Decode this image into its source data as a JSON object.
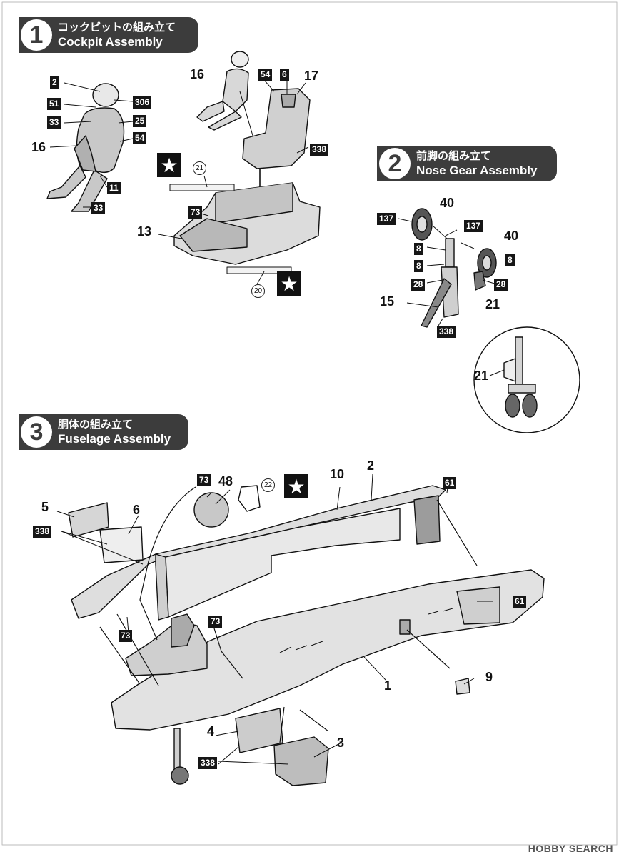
{
  "steps": [
    {
      "number": "1",
      "title_jp": "コックピットの組み立て",
      "title_en": "Cockpit Assembly"
    },
    {
      "number": "2",
      "title_jp": "前脚の組み立て",
      "title_en": "Nose Gear Assembly"
    },
    {
      "number": "3",
      "title_jp": "胴体の組み立て",
      "title_en": "Fuselage Assembly"
    }
  ],
  "cockpit": {
    "color_codes": [
      "2",
      "51",
      "306",
      "33",
      "25",
      "54",
      "11",
      "33",
      "54",
      "6",
      "338",
      "73"
    ],
    "part_numbers": [
      "16",
      "16",
      "17",
      "13"
    ],
    "decal_numbers": [
      "21",
      "20"
    ],
    "star_symbol": "★"
  },
  "nose_gear": {
    "color_codes": [
      "137",
      "137",
      "8",
      "8",
      "8",
      "28",
      "28",
      "338"
    ],
    "part_numbers": [
      "40",
      "40",
      "15",
      "21",
      "21"
    ]
  },
  "fuselage": {
    "color_codes": [
      "73",
      "338",
      "61",
      "61",
      "73",
      "73",
      "338"
    ],
    "part_numbers": [
      "48",
      "10",
      "2",
      "5",
      "6",
      "1",
      "9",
      "4",
      "3"
    ],
    "decal_numbers": [
      "22"
    ],
    "star_symbol": "★"
  },
  "watermark": "HOBBY SEARCH"
}
